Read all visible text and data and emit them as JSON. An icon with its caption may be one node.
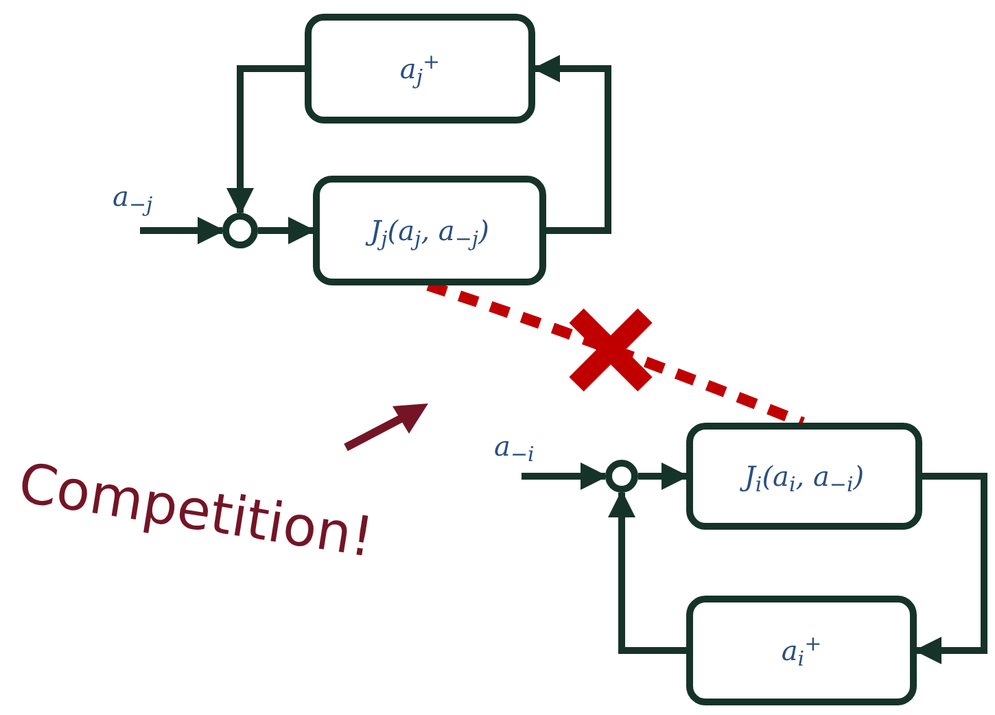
{
  "diagram": {
    "nodes": [
      {
        "text": [
          "a$_{j}$$^{+}$"
        ]
      },
      {
        "text": [],
        "shape": "circle"
      },
      {
        "text": [
          "J$_{j}$(a$_{j}$, a$_{−j}$)"
        ]
      },
      {
        "text": [
          "J$_{i}$(a$_{i}$, a$_{−i}$)"
        ]
      },
      {
        "text": [],
        "shape": "circle"
      },
      {
        "text": [
          "a$_{i}$$^{+}$"
        ]
      }
    ],
    "edges": [
      {
        "from": null,
        "to": 1,
        "arrow": "to",
        "label": "a$_{−j}$"
      },
      {
        "from": 1,
        "to": 2,
        "arrow": "to"
      },
      {
        "from": 2,
        "to": 0,
        "arrow": "to"
      },
      {
        "from": 0,
        "to": 1,
        "arrow": "to"
      },
      {
        "from": 2,
        "to": 3,
        "arrow": "none",
        "style": "dashed",
        "color": "#c00000"
      },
      {
        "from": null,
        "to": 4,
        "arrow": "to",
        "label": "a$_{−i}$"
      },
      {
        "from": 4,
        "to": 3,
        "arrow": "to"
      },
      {
        "from": 3,
        "to": 5,
        "arrow": "to"
      },
      {
        "from": 5,
        "to": 4,
        "arrow": "to"
      }
    ],
    "labels": [
      "Competition!"
    ]
  }
}
